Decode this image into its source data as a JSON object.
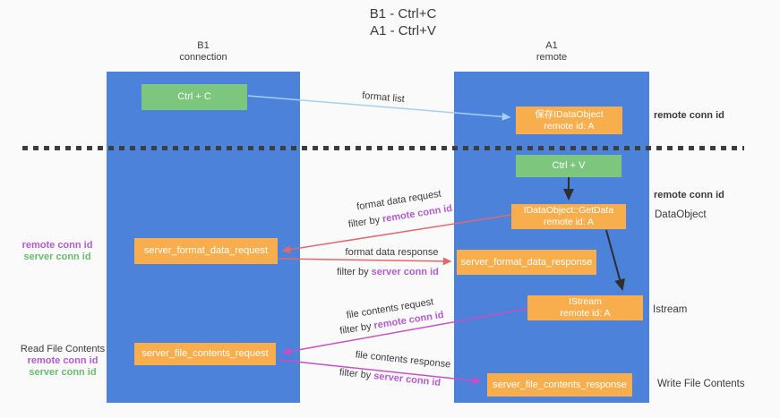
{
  "title": {
    "line1": "B1 - Ctrl+C",
    "line2": "A1 - Ctrl+V"
  },
  "lanes": {
    "left": {
      "name": "B1",
      "role": "connection"
    },
    "right": {
      "name": "A1",
      "role": "remote"
    }
  },
  "boxes": {
    "ctrl_c": "Ctrl + C",
    "ctrl_v": "Ctrl + V",
    "save_idataobject": {
      "line1": "保存IDataObject",
      "line2": "remote id: A"
    },
    "getdata": {
      "line1": "IDataObject::GetData",
      "line2": "remote id: A"
    },
    "istream": {
      "line1": "IStream",
      "line2": "remote id: A"
    },
    "format_request": "server_format_data_request",
    "format_response": "server_format_data_response",
    "file_request": "server_file_contents_request",
    "file_response": "server_file_contents_response"
  },
  "flow_labels": {
    "format_list": "format list",
    "format_data_request": "format data request",
    "format_data_response": "format data response",
    "file_contents_request": "file contents request",
    "file_contents_response": "file contents response",
    "filter_by": "filter by",
    "remote_conn_id": "remote conn id",
    "server_conn_id": "server conn id"
  },
  "side_labels": {
    "remote_conn_id": "remote conn id",
    "server_conn_id": "server conn id",
    "read_file_contents": "Read File Contents",
    "write_file_contents": "Write File Contents",
    "dataobject": "DataObject",
    "istream": "Istream"
  },
  "colors": {
    "lane_blue": "#4c82d9",
    "box_orange": "#f9ae4e",
    "box_green": "#7cc67e",
    "arrow_blue": "#a6cff2",
    "arrow_black": "#2e2e2e",
    "arrow_red": "#e0696a",
    "arrow_magenta": "#cb4ec6",
    "text_purple": "#b35ccc",
    "text_green": "#67bd6b",
    "text_dark": "#3a3a3a"
  }
}
